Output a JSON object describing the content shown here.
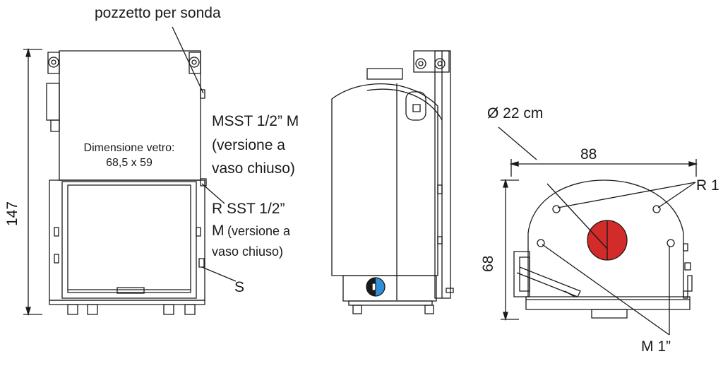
{
  "labels": {
    "probe_well": "pozzetto per sonda",
    "glass_title": "Dimensione vetro:",
    "glass_size": "68,5 x 59",
    "msst_line1": "MSST 1/2” M",
    "msst_line2": "(versione a",
    "msst_line3": "vaso chiuso)",
    "rsst_line1": "R SST 1/2”",
    "rsst_line2_a": "M",
    "rsst_line2_b": "(versione a",
    "rsst_line3": "vaso chiuso)",
    "s_label": "S",
    "diameter": "Ø  22  cm",
    "width_88": "88",
    "height_68": "68",
    "height_147": "147",
    "r1": "R 1",
    "m1": "M 1”"
  },
  "colors": {
    "line": "#1a1a1a",
    "flue_red": "#d32a2a",
    "port_blue": "#2e8fd6"
  }
}
